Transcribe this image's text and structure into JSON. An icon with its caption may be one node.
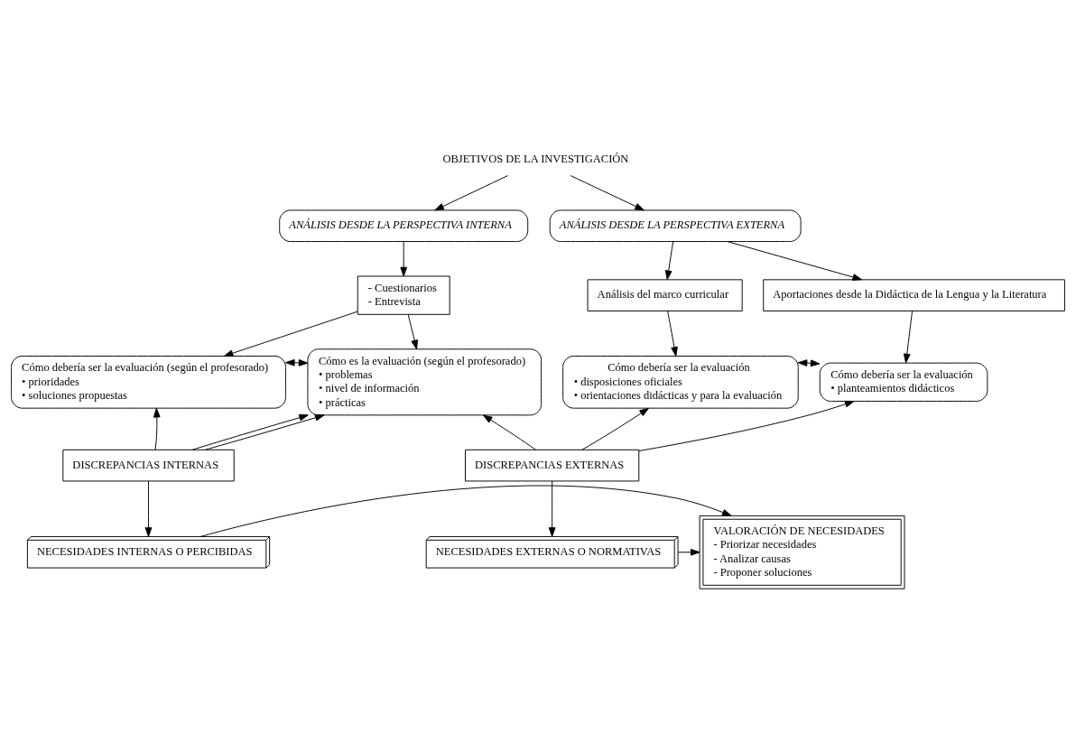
{
  "diagram": {
    "nodes": [
      {
        "text": [
          "OBJETIVOS DE LA INVESTIGACIÓN"
        ]
      },
      {
        "text": [
          "ANÁLISIS DESDE LA PERSPECTIVA INTERNA"
        ]
      },
      {
        "text": [
          "ANÁLISIS DESDE LA PERSPECTIVA EXTERNA"
        ]
      },
      {
        "text": [
          "- Cuestionarios",
          "- Entrevista"
        ]
      },
      {
        "text": [
          "Análisis del marco curricular"
        ]
      },
      {
        "text": [
          "Aportaciones desde la Didáctica de la Lengua y la Literatura"
        ]
      },
      {
        "text": [
          "Cómo debería ser la evaluación (según el profesorado)",
          "• prioridades",
          "• soluciones propuestas"
        ]
      },
      {
        "text": [
          "Cómo es la evaluación (según el profesorado)",
          "• problemas",
          "• nivel de información",
          "• prácticas"
        ]
      },
      {
        "text": [
          "Cómo debería ser la evaluación",
          "• disposiciones oficiales",
          "• orientaciones didácticas y para la evaluación"
        ]
      },
      {
        "text": [
          "Cómo debería ser la evaluación",
          "• planteamientos didácticos"
        ]
      },
      {
        "text": [
          "DISCREPANCIAS INTERNAS"
        ]
      },
      {
        "text": [
          "DISCREPANCIAS EXTERNAS"
        ]
      },
      {
        "text": [
          "NECESIDADES INTERNAS O PERCIBIDAS"
        ]
      },
      {
        "text": [
          "VALORACIÓN DE NECESIDADES",
          "- Priorizar necesidades",
          "- Analizar causas",
          "- Proponer soluciones"
        ]
      },
      {
        "text": [
          "NECESIDADES EXTERNAS O NORMATIVAS"
        ]
      }
    ],
    "edges": [
      {
        "from": 0,
        "to": 1,
        "arrow": "to"
      },
      {
        "from": 0,
        "to": 2,
        "arrow": "to"
      },
      {
        "from": 1,
        "to": 3,
        "arrow": "to"
      },
      {
        "from": 2,
        "to": 4,
        "arrow": "to"
      },
      {
        "from": 2,
        "to": 5,
        "arrow": "to"
      },
      {
        "from": 3,
        "to": 6,
        "arrow": "to"
      },
      {
        "from": 3,
        "to": 7,
        "arrow": "to"
      },
      {
        "from": 4,
        "to": 8,
        "arrow": "to"
      },
      {
        "from": 5,
        "to": 9,
        "arrow": "to"
      },
      {
        "from": 6,
        "to": 7,
        "arrow": "both"
      },
      {
        "from": 8,
        "to": 9,
        "arrow": "both",
        "style": "dashed"
      },
      {
        "from": 10,
        "to": 6,
        "arrow": "to"
      },
      {
        "from": 10,
        "to": 7,
        "arrow": "to"
      },
      {
        "from": 10,
        "to": 7,
        "arrow": "to"
      },
      {
        "from": 11,
        "to": 7,
        "arrow": "to"
      },
      {
        "from": 11,
        "to": 8,
        "arrow": "to"
      },
      {
        "from": 11,
        "to": 9,
        "arrow": "to"
      },
      {
        "from": 10,
        "to": 12,
        "arrow": "to"
      },
      {
        "from": 11,
        "to": 14,
        "arrow": "to"
      },
      {
        "from": 12,
        "to": 13,
        "arrow": "to"
      },
      {
        "from": 14,
        "to": 13,
        "arrow": "to"
      }
    ]
  }
}
